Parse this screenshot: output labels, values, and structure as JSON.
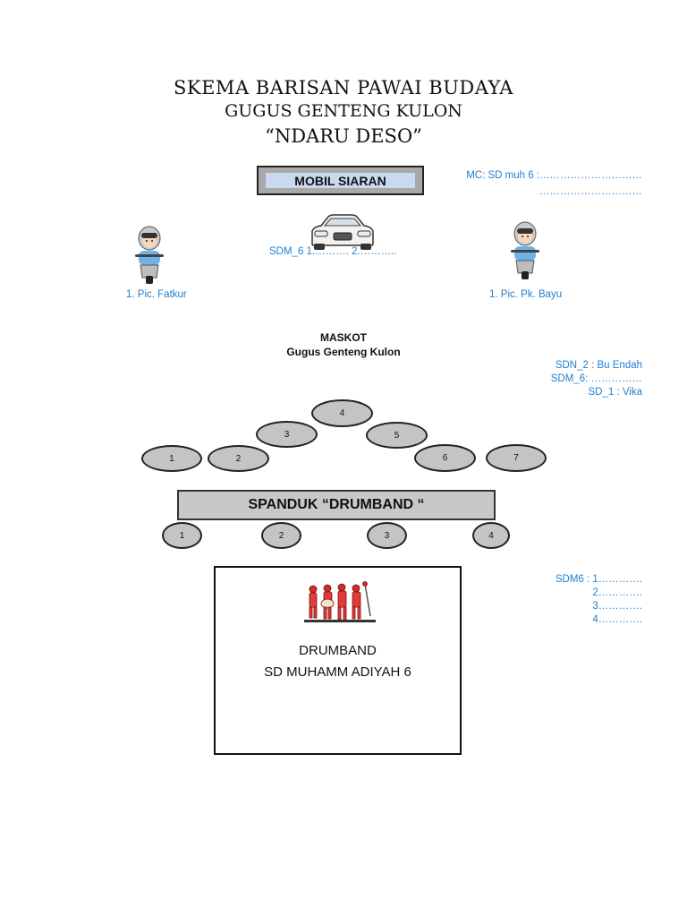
{
  "header": {
    "line1": "SKEMA BARISAN PAWAI BUDAYA",
    "line2": "GUGUS GENTENG KULON",
    "line3": "“NDARU DESO”"
  },
  "mobil": {
    "label": "MOBIL SIARAN"
  },
  "mc": {
    "line1": "MC:  SD muh 6 :…………………………",
    "line2": "…………………………"
  },
  "car": {
    "label": "SDM_6          1.……….     2.……….."
  },
  "pic_left": {
    "label": "1. Pic. Fatkur"
  },
  "pic_right": {
    "label": "1. Pic. Pk. Bayu"
  },
  "maskot": {
    "title": "MASKOT",
    "subtitle": "Gugus Genteng Kulon"
  },
  "maskot_notes": [
    "SDN_2 : Bu Endah",
    "SDM_6: ……………",
    "SD_1 : Vika"
  ],
  "formation_top": [
    "1",
    "2",
    "3",
    "4",
    "5",
    "6",
    "7"
  ],
  "spanduk": {
    "label": "SPANDUK “DRUMBAND “"
  },
  "formation_bottom": [
    "1",
    "2",
    "3",
    "4"
  ],
  "drumband_notes": [
    "SDM6 : 1………….",
    "2………….",
    "3………….",
    "4…………."
  ],
  "drumband": {
    "line1": "DRUMBAND",
    "line2": "SD MUHAMM ADIYAH 6"
  },
  "colors": {
    "accent_blue": "#1f7fcf",
    "oval_fill": "#c4c4c4",
    "banner_fill": "#c8c8c8",
    "mobil_inner": "#c9d9f0"
  }
}
